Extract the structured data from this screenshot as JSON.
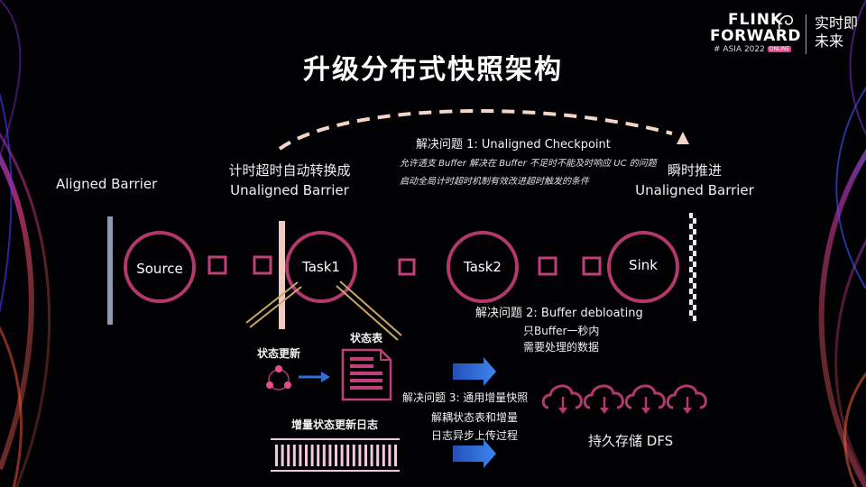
{
  "title": "升级分布式快照架构",
  "brand": {
    "line1": "FLINK",
    "line2": "FORWARD",
    "line3": "# ASIA 2022",
    "badge": "ONLINE",
    "slogan_top": "实时即",
    "slogan_bottom": "未来"
  },
  "labels": {
    "aligned_barrier": "Aligned Barrier",
    "timeout_switch": "计时超时自动转换成",
    "unaligned_barrier_left": "Unaligned Barrier",
    "instant_push": "瞬时推进",
    "unaligned_barrier_right": "Unaligned Barrier"
  },
  "problem1": {
    "heading": "解决问题 1: Unaligned Checkpoint",
    "line1": "允许透支 Buffer 解决在 Buffer 不足时不能及时响应 UC 的问题",
    "line2": "启动全局计时超时机制有效改进超时触发的条件"
  },
  "nodes": {
    "source": "Source",
    "task1": "Task1",
    "task2": "Task2",
    "sink": "Sink"
  },
  "problem2": {
    "heading": "解决问题 2: Buffer debloating",
    "line1": "只Buffer一秒内",
    "line2": "需要处理的数据"
  },
  "state": {
    "update_label": "状态更新",
    "table_label": "状态表",
    "log_label": "增量状态更新日志"
  },
  "problem3": {
    "heading": "解决问题 3: 通用增量快照",
    "line1": "解耦状态表和增量",
    "line2": "日志异步上传过程"
  },
  "storage": {
    "label": "持久存储 DFS",
    "cloud_count": 4
  },
  "colors": {
    "node_ring": "#b3386b",
    "buffer": "#c0407a",
    "arrow_blue": "#2f6fd6",
    "dash": "#f3d6c8",
    "barrier_gray": "#8e98b0",
    "barrier_pink": "#f2c9c0",
    "stripe": "#f2c7df"
  }
}
